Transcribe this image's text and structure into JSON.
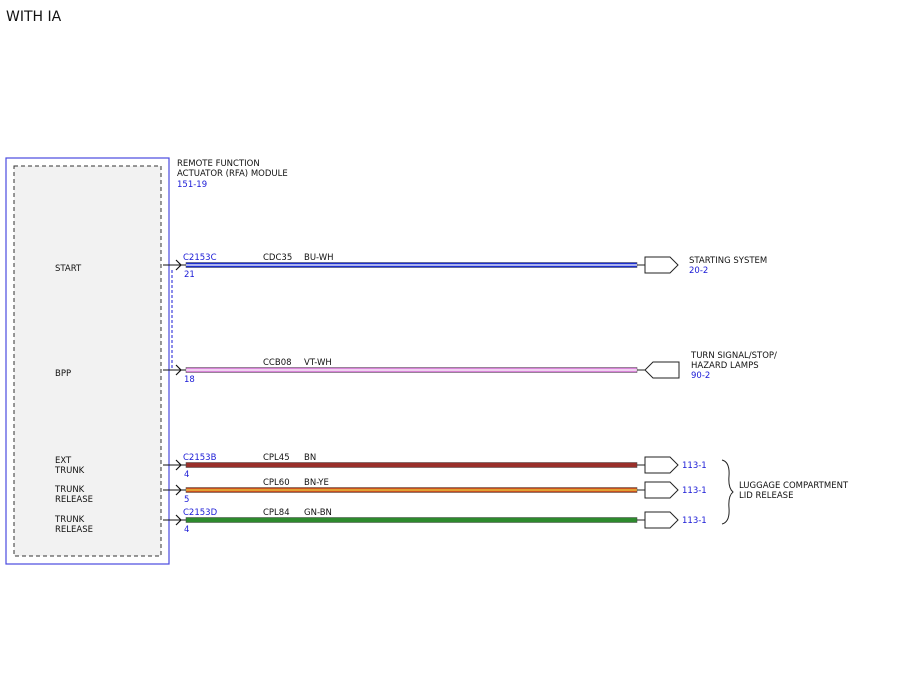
{
  "title": "WITH IA",
  "module": {
    "name_line1": "REMOTE FUNCTION",
    "name_line2": "ACTUATOR (RFA) MODULE",
    "ref": "151-19"
  },
  "pins": {
    "start": "START",
    "bpp": "BPP",
    "ext_trunk_1": "EXT",
    "ext_trunk_2": "TRUNK",
    "trunk_release_a_1": "TRUNK",
    "trunk_release_a_2": "RELEASE",
    "trunk_release_b_1": "TRUNK",
    "trunk_release_b_2": "RELEASE"
  },
  "circuits": [
    {
      "connector": "C2153C",
      "pin": "21",
      "circuit": "CDC35",
      "color_code": "BU-WH",
      "wire_color": "#1c2fd0",
      "stripe_color": "#ffffff"
    },
    {
      "connector": "",
      "pin": "18",
      "circuit": "CCB08",
      "color_code": "VT-WH",
      "wire_color": "#d884d8",
      "stripe_color": "#ffffff"
    },
    {
      "connector": "C2153B",
      "pin": "4",
      "circuit": "CPL45",
      "color_code": "BN",
      "wire_color": "#9a2f2a",
      "stripe_color": "#9a2f2a"
    },
    {
      "connector": "",
      "pin": "5",
      "circuit": "CPL60",
      "color_code": "BN-YE",
      "wire_color": "#c8501e",
      "stripe_color": "#f0d040"
    },
    {
      "connector": "C2153D",
      "pin": "4",
      "circuit": "CPL84",
      "color_code": "GN-BN",
      "wire_color": "#2d8a2d",
      "stripe_color": "#2d8a2d"
    }
  ],
  "destinations": {
    "starting_system": "STARTING SYSTEM",
    "starting_ref": "20-2",
    "turn_signal_1": "TURN SIGNAL/STOP/",
    "turn_signal_2": "HAZARD LAMPS",
    "turn_signal_ref": "90-2",
    "luggage_ref_1": "113-1",
    "luggage_ref_2": "113-1",
    "luggage_ref_3": "113-1",
    "luggage_1": "LUGGAGE COMPARTMENT",
    "luggage_2": "LID RELEASE"
  }
}
